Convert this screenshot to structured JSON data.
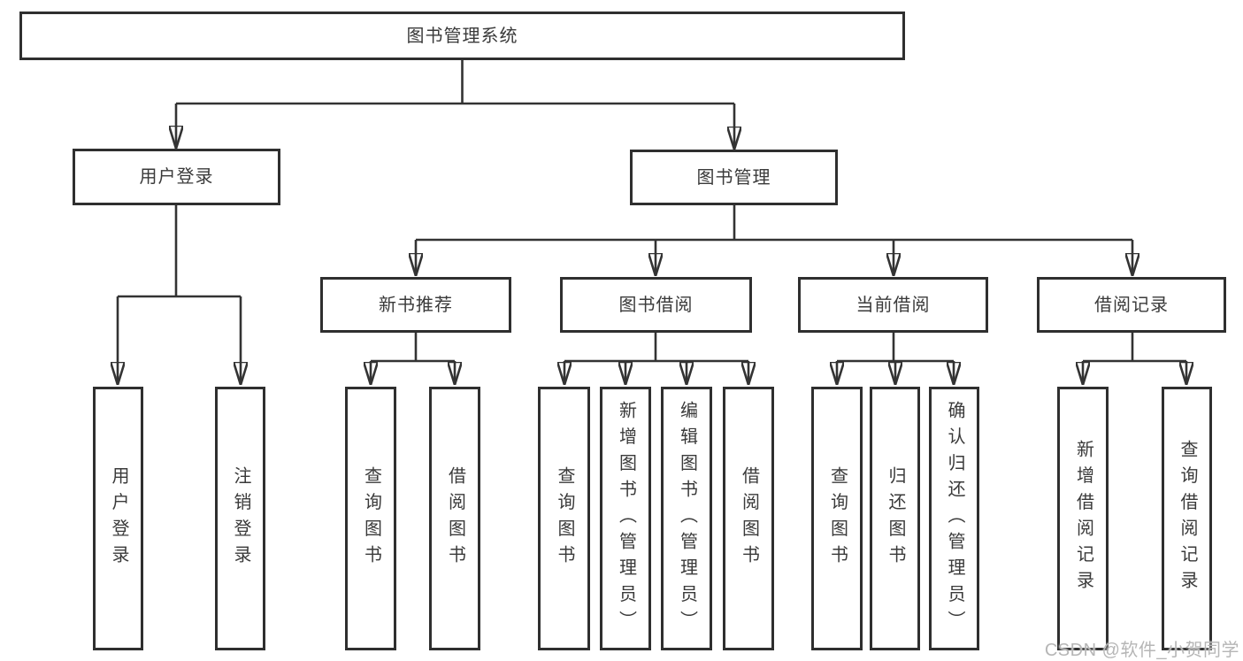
{
  "diagram": {
    "root": {
      "label": "图书管理系统"
    },
    "branches": [
      {
        "label": "用户登录",
        "children": [
          {
            "label": "用户登录"
          },
          {
            "label": "注销登录"
          }
        ]
      },
      {
        "label": "图书管理",
        "children": [
          {
            "label": "新书推荐",
            "children": [
              {
                "label": "查询图书"
              },
              {
                "label": "借阅图书"
              }
            ]
          },
          {
            "label": "图书借阅",
            "children": [
              {
                "label": "查询图书"
              },
              {
                "label": "新增图书（管理员）"
              },
              {
                "label": "编辑图书（管理员）"
              },
              {
                "label": "借阅图书"
              }
            ]
          },
          {
            "label": "当前借阅",
            "children": [
              {
                "label": "查询图书"
              },
              {
                "label": "归还图书"
              },
              {
                "label": "确认归还（管理员）"
              }
            ]
          },
          {
            "label": "借阅记录",
            "children": [
              {
                "label": "新增借阅记录"
              },
              {
                "label": "查询借阅记录"
              }
            ]
          }
        ]
      }
    ],
    "colors": {
      "line": "#333333",
      "border": "#2f2f2f",
      "text": "#3a3a3a",
      "watermark": "#b6b6b6",
      "background": "#ffffff"
    },
    "watermark": "CSDN @软件_小贺同学"
  }
}
